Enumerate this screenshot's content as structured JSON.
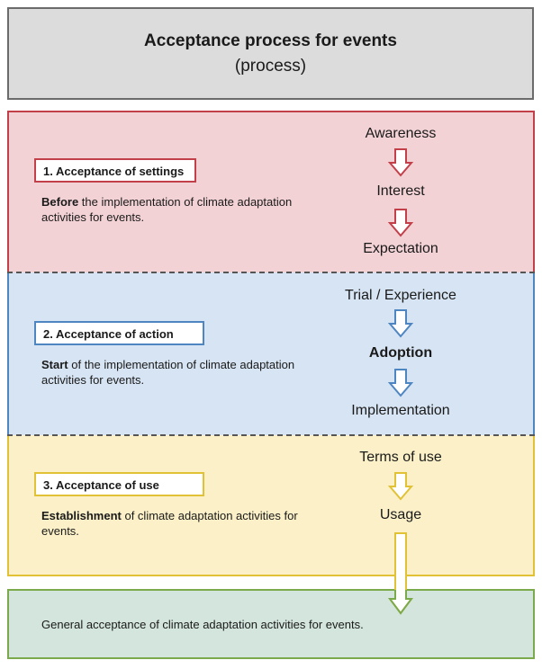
{
  "title": {
    "main": "Acceptance process for events",
    "sub": "(process)"
  },
  "sections": [
    {
      "label": "1. Acceptance of settings",
      "desc_bold": "Before",
      "desc_rest": " the implementation of climate adaptation activities for events.",
      "stages": [
        "Awareness",
        "Interest",
        "Expectation"
      ],
      "color": "#c2404a"
    },
    {
      "label": "2. Acceptance of action",
      "desc_bold": "Start",
      "desc_rest": " of the implementation of climate adaptation activities for events.",
      "stages": [
        "Trial / Experience",
        "Adoption",
        "Implementation"
      ],
      "color": "#4e86c2"
    },
    {
      "label": "3. Acceptance of use",
      "desc_bold": "Establishment",
      "desc_rest": " of climate adaptation activities for events.",
      "stages": [
        "Terms of use",
        "Usage"
      ],
      "color": "#e1c237"
    }
  ],
  "final": {
    "text": "General acceptance of climate adaptation activities for events.",
    "color": "#7aaa4b"
  }
}
